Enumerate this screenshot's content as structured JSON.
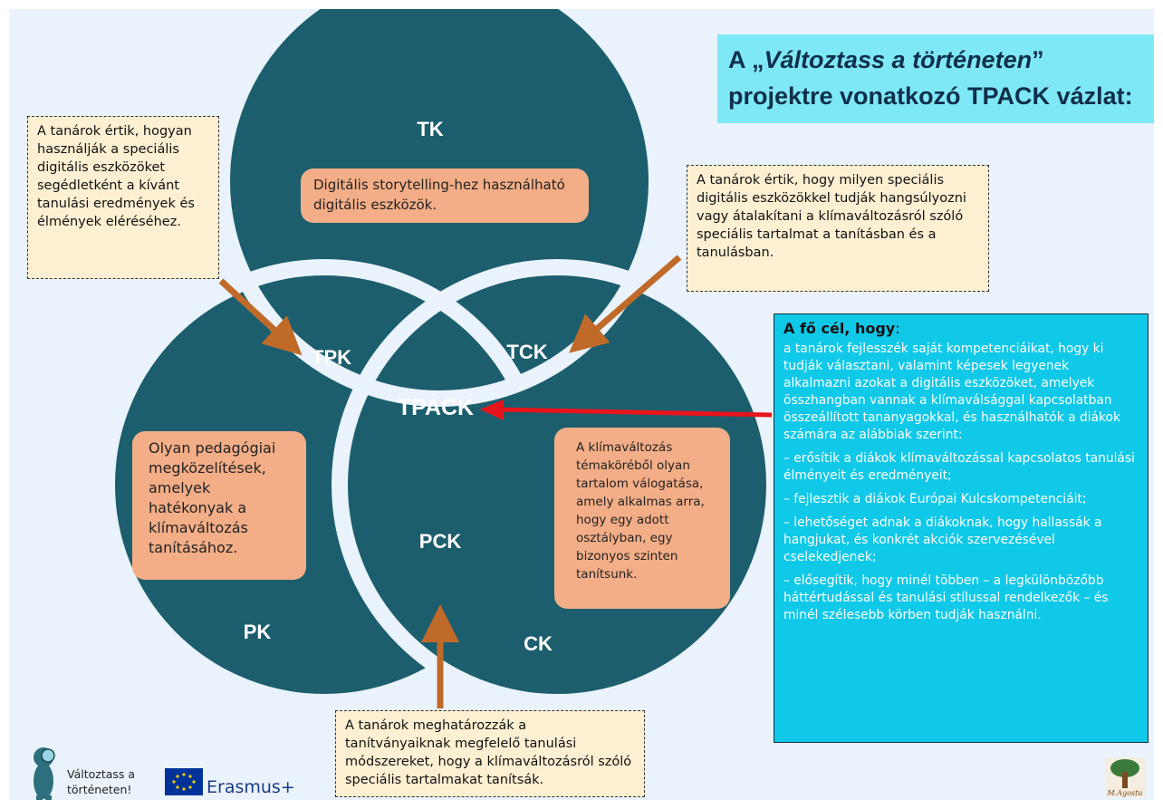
{
  "title": {
    "line1_prefix": "A „",
    "line1_italic": "Változtass a történeten",
    "line1_suffix": "”",
    "line2": "projektre vonatkozó TPACK vázlat:"
  },
  "venn_labels": {
    "tk": "TK",
    "pk": "PK",
    "ck": "CK",
    "tpk": "TPK",
    "tck": "TCK",
    "pck": "PCK",
    "tpack": "TPACK"
  },
  "boxes": {
    "tk": "Digitális storytelling-hez használható digitális eszközök.",
    "pk": "Olyan pedagógiai megközelítések, amelyek hatékonyak a klímaváltozás tanításához.",
    "ck": "A klímaváltozás témaköréből olyan tartalom válogatása, amely alkalmas arra, hogy egy adott osztályban, egy bizonyos szinten tanítsunk."
  },
  "notes": {
    "tpk": "A tanárok értik, hogyan használják a speciális digitális eszközöket segédletként a kívánt tanulási eredmények és élmények eléréséhez.",
    "tck": "A tanárok értik, hogy milyen speciális digitális eszközökkel tudják hangsúlyozni vagy átalakítani a klímaváltozásról szóló speciális tartalmat a tanításban és a tanulásban.",
    "pck": "A tanárok meghatározzák a tanítványaiknak megfelelő tanulási módszereket, hogy a klímaváltozásról szóló speciális tartalmakat tanítsák."
  },
  "goal": {
    "title": "A fő cél, hogy",
    "colon": ":",
    "intro": "a tanárok fejlesszék saját kompetenciáikat, hogy ki tudják választani, valamint képesek legyenek alkalmazni azokat a digitális eszközöket, amelyek összhangban vannak a klímaválsággal kapcsolatban összeállított tananyagokkal, és használhatók a diákok számára az alábbiak szerint:",
    "items": [
      "– erősítik a diákok klímaváltozással kapcsolatos tanulási élményeit és eredményeit;",
      "– fejlesztik a diákok Európai Kulcskompetenciáit;",
      "– lehetőséget adnak a diákoknak, hogy hallassák a hangjukat, és konkrét akciók szervezésével cselekedjenek;",
      "– elősegítik, hogy minél többen – a legkülönbözőbb háttértudással és tanulási stílussal rendelkezők – és minél szélesebb körben tudják használni."
    ]
  },
  "footer": {
    "project_line1": "Változtass a",
    "project_line2": "történeten!",
    "erasmus": "Erasmus+",
    "partner_logo_text": "M.Agostu"
  },
  "colors": {
    "circle": "#1c5e6e",
    "ring": "#eaf3fb",
    "label": "#ffffff",
    "orange_box": "#f3ae87",
    "note_bg": "#fdf0d2",
    "goal_bg": "#10c8e8",
    "title_bg": "#7fe8f7",
    "arrow_brown": "#c06a2a",
    "arrow_red": "#e8141c"
  }
}
